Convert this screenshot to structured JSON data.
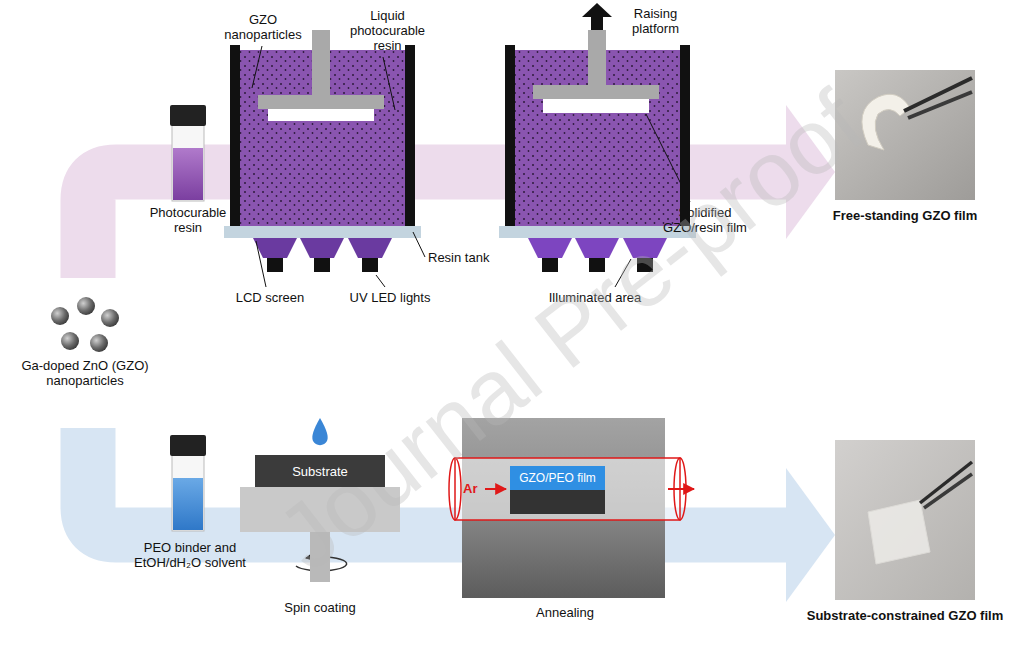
{
  "diagram": {
    "nodes": [
      {
        "text": [
          "Free-standing GZO film"
        ]
      },
      {
        "text": [
          "Substrate"
        ]
      },
      {
        "text": [
          "GZO/PEO film"
        ]
      },
      {
        "text": [
          "Substrate-constrained GZO film"
        ]
      }
    ],
    "labels": [
      "GZO nanoparticles",
      "Liquid photocurable resin",
      "Raising platform",
      "Photocurable resin",
      "LCD screen",
      "UV LED lights",
      "Resin tank",
      "Illuminated area",
      "Solidified GZO/resin film",
      "Ga-doped ZnO (GZO) nanoparticles",
      "PEO binder and EtOH/dH₂O solvent",
      "Spin coating",
      "Ar",
      "Annealing",
      "Journal Pre-proof"
    ]
  }
}
